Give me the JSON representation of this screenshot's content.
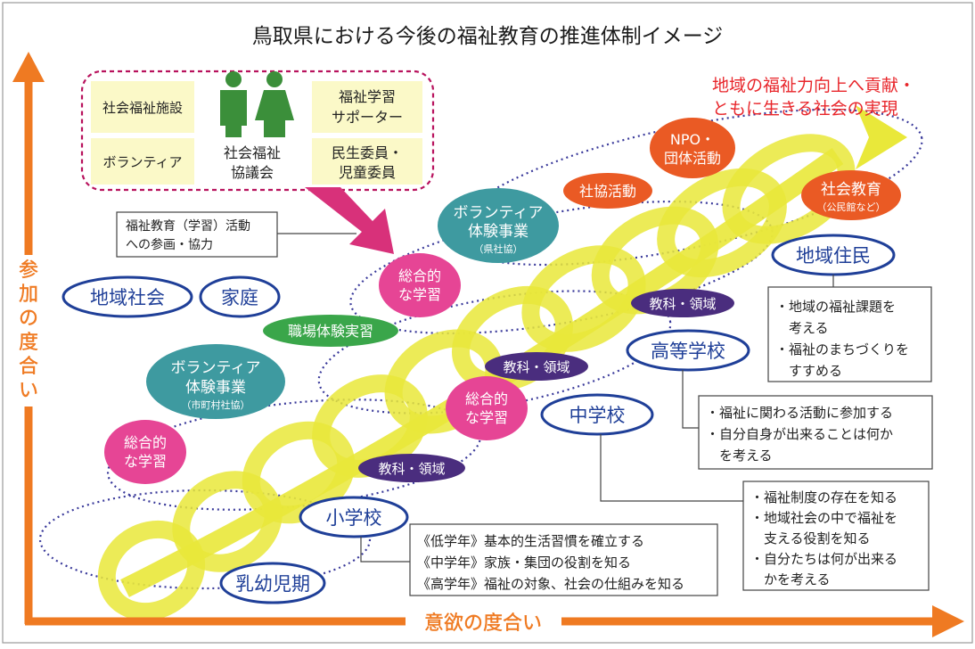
{
  "title": "鳥取県における今後の福祉教育の推進体制イメージ",
  "axes": {
    "y_label": "参加の度合い",
    "x_label": "意欲の度合い"
  },
  "goal": {
    "line1": "地域の福祉力向上へ貢献・",
    "line2": "ともに生きる社会の実現"
  },
  "partners": {
    "social_welfare_facility": "社会福祉施設",
    "volunteer": "ボランティア",
    "council_line1": "社会福祉",
    "council_line2": "協議会",
    "supporter_line1": "福祉学習",
    "supporter_line2": "サポーター",
    "commissioner_line1": "民生委員・",
    "commissioner_line2": "児童委員"
  },
  "participation_note": {
    "line1": "福祉教育（学習）活動",
    "line2": "への参画・協力"
  },
  "community": {
    "region": "地域社会",
    "home": "家庭"
  },
  "stages": {
    "infant": "乳幼児期",
    "elementary": "小学校",
    "junior_high": "中学校",
    "high_school": "高等学校",
    "residents": "地域住民"
  },
  "activities": {
    "integrated_line1": "総合的",
    "integrated_line2": "な学習",
    "subjects": "教科・領域",
    "workplace": "職場体験実習",
    "vol_municipal_line1": "ボランティア",
    "vol_municipal_line2": "体験事業",
    "vol_municipal_line3": "（市町村社協）",
    "vol_pref_line1": "ボランティア",
    "vol_pref_line2": "体験事業",
    "vol_pref_line3": "（県社協）",
    "council_activity": "社協活動",
    "npo_line1": "NPO・",
    "npo_line2": "団体活動",
    "social_edu_line1": "社会教育",
    "social_edu_line2": "（公民館など）"
  },
  "notes": {
    "elementary": [
      "《低学年》基本的生活習慣を確立する",
      "《中学年》家族・集団の役割を知る",
      "《高学年》福祉の対象、社会の仕組みを知る"
    ],
    "junior_high": [
      "・福祉制度の存在を知る",
      "・地域社会の中で福祉を",
      "　支える役割を知る",
      "・自分たちは何が出来る",
      "　かを考える"
    ],
    "high_school": [
      "・福祉に関わる活動に参加する",
      "・自分自身が出来ることは何か",
      "　を考える"
    ],
    "residents": [
      "・地域の福祉課題を",
      "　考える",
      "・福祉のまちづくりを",
      "　すすめる"
    ]
  },
  "colors": {
    "axis": "#ef7a22",
    "goal_text": "#e8262b",
    "spiral": "#e9e83a",
    "teal": "#3e9aa0",
    "pink": "#e64595",
    "green": "#3aa64a",
    "purple": "#4a2d7e",
    "orange": "#ea5a24",
    "navy": "#1f3f98",
    "people": "#3b8f3a"
  }
}
